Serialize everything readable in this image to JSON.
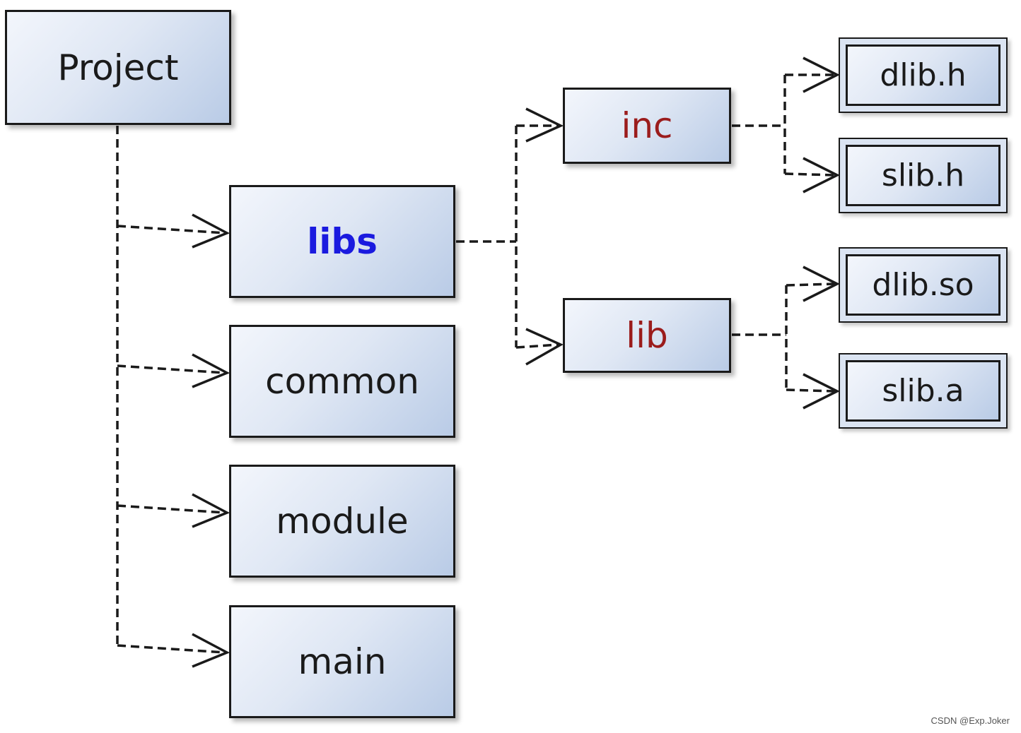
{
  "nodes": {
    "project": {
      "label": "Project",
      "color": "#1a1a1a"
    },
    "libs": {
      "label": "libs",
      "color": "#1a1adf"
    },
    "common": {
      "label": "common",
      "color": "#1a1a1a"
    },
    "module": {
      "label": "module",
      "color": "#1a1a1a"
    },
    "main": {
      "label": "main",
      "color": "#1a1a1a"
    },
    "inc": {
      "label": "inc",
      "color": "#9b1c1c"
    },
    "lib": {
      "label": "lib",
      "color": "#9b1c1c"
    },
    "dlib_h": {
      "label": "dlib.h",
      "color": "#1a1a1a"
    },
    "slib_h": {
      "label": "slib.h",
      "color": "#1a1a1a"
    },
    "dlib_so": {
      "label": "dlib.so",
      "color": "#1a1a1a"
    },
    "slib_a": {
      "label": "slib.a",
      "color": "#1a1a1a"
    }
  },
  "edges": [
    {
      "from": "project",
      "to": "libs"
    },
    {
      "from": "project",
      "to": "common"
    },
    {
      "from": "project",
      "to": "module"
    },
    {
      "from": "project",
      "to": "main"
    },
    {
      "from": "libs",
      "to": "inc"
    },
    {
      "from": "libs",
      "to": "lib"
    },
    {
      "from": "inc",
      "to": "dlib_h"
    },
    {
      "from": "inc",
      "to": "slib_h"
    },
    {
      "from": "lib",
      "to": "dlib_so"
    },
    {
      "from": "lib",
      "to": "slib_a"
    }
  ],
  "watermark": "CSDN @Exp.Joker",
  "colors": {
    "box_fill": "#dfe7f4",
    "border": "#1a1a1a",
    "edge": "#1a1a1a"
  }
}
